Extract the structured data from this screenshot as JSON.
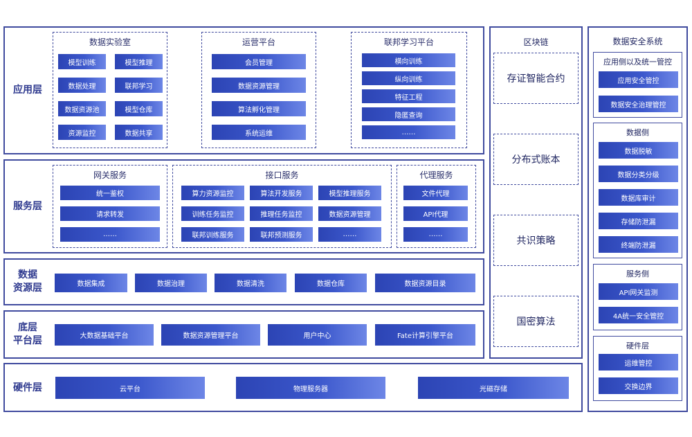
{
  "layers": {
    "app": "应用层",
    "service": "服务层",
    "data": "数据\n资源层",
    "platform": "底层\n平台层",
    "hardware": "硬件层"
  },
  "app": {
    "lab": {
      "title": "数据实验室",
      "items": [
        "模型训练",
        "模型推理",
        "数据处理",
        "联邦学习",
        "数据资源池",
        "模型仓库",
        "资源监控",
        "数据共享"
      ]
    },
    "ops": {
      "title": "运营平台",
      "items": [
        "会员管理",
        "数据资源管理",
        "算法孵化管理",
        "系统运维"
      ]
    },
    "fl": {
      "title": "联邦学习平台",
      "items": [
        "横向训练",
        "纵向训练",
        "特征工程",
        "隐匿查询",
        "……"
      ]
    }
  },
  "service": {
    "gateway": {
      "title": "网关服务",
      "items": [
        "统一鉴权",
        "请求转发",
        "……"
      ]
    },
    "api": {
      "title": "接口服务",
      "items": [
        "算力资源监控",
        "算法开发服务",
        "模型推理服务",
        "训练任务监控",
        "推理任务监控",
        "数据资源管理",
        "联邦训练服务",
        "联邦预测服务",
        "……"
      ]
    },
    "proxy": {
      "title": "代理服务",
      "items": [
        "文件代理",
        "API代理",
        "……"
      ]
    }
  },
  "data_layer": {
    "items": [
      "数据集成",
      "数据治理",
      "数据清洗",
      "数据仓库",
      "数据资源目录"
    ]
  },
  "platform_layer": {
    "items": [
      "大数据基础平台",
      "数据资源管理平台",
      "用户中心",
      "Fate计算引擎平台"
    ]
  },
  "hardware_layer": {
    "items": [
      "云平台",
      "物理服务器",
      "光磁存储"
    ]
  },
  "blockchain": {
    "title": "区块链",
    "items": [
      "存证智能合约",
      "分布式账本",
      "共识策略",
      "国密算法"
    ]
  },
  "security": {
    "title": "数据安全系统",
    "groups": [
      {
        "title": "应用侧以及统一管控",
        "items": [
          "应用安全管控",
          "数据安全治理管控"
        ]
      },
      {
        "title": "数据侧",
        "items": [
          "数据脱敏",
          "数据分类分级",
          "数据库审计",
          "存储防泄漏",
          "终端防泄漏"
        ]
      },
      {
        "title": "服务侧",
        "items": [
          "API网关监测",
          "4A统一安全管控"
        ]
      },
      {
        "title": "硬件层",
        "items": [
          "运维管控",
          "交换边界"
        ]
      }
    ]
  }
}
